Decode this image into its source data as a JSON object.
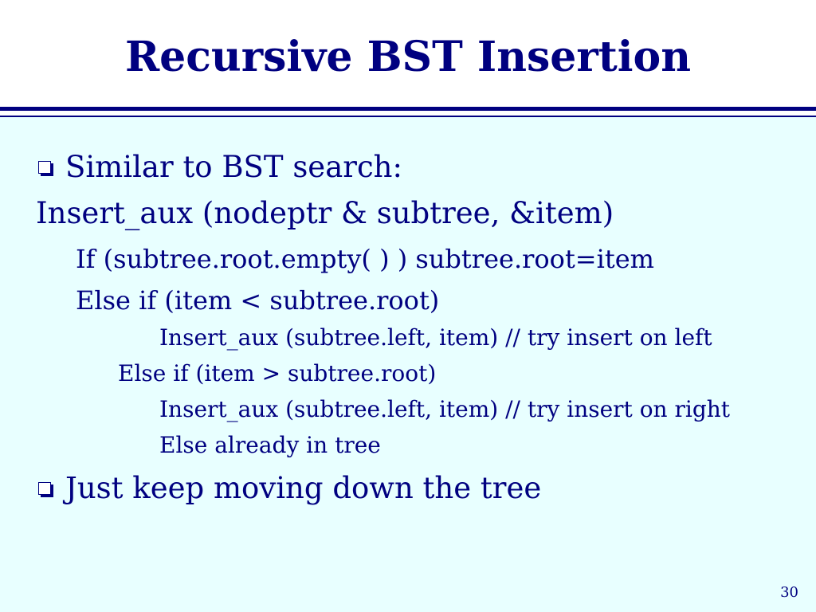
{
  "slide": {
    "title": "Recursive BST Insertion",
    "page_number": "30",
    "lines": [
      "Similar to BST search:",
      "Insert_aux (nodeptr & subtree, &item)",
      "If (subtree.root.empty( ) ) subtree.root=item",
      "Else if (item < subtree.root)",
      "Insert_aux (subtree.left, item) // try insert on left",
      "Else if (item > subtree.root)",
      "Insert_aux (subtree.left, item)  // try insert on right",
      "Else already in tree",
      "Just keep moving down the tree"
    ]
  },
  "colors": {
    "text": "#000080",
    "rule": "#000080",
    "content_background": "#e8ffff",
    "title_background": "#ffffff"
  },
  "icons": {
    "bullet": "hollow-square-bullet-icon"
  }
}
